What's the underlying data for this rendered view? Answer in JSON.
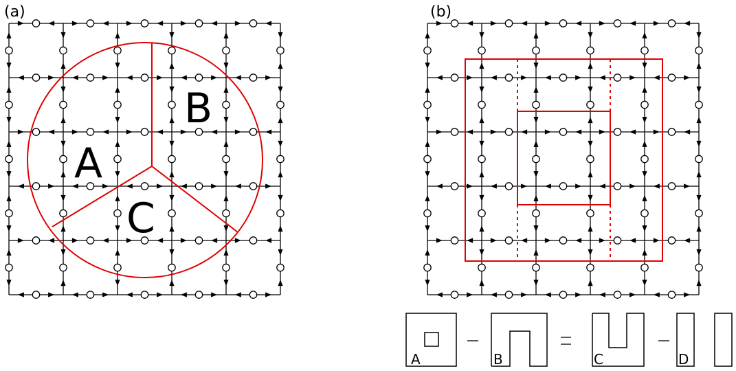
{
  "panels": {
    "a": {
      "label": "(a)"
    },
    "b": {
      "label": "(b)"
    }
  },
  "regions_a": {
    "A": "A",
    "B": "B",
    "C": "C"
  },
  "equation": {
    "term1": "A",
    "term2": "B",
    "term3": "C",
    "term4": "D"
  },
  "colors": {
    "region_boundary": "#e00000",
    "lattice": "#000000"
  }
}
